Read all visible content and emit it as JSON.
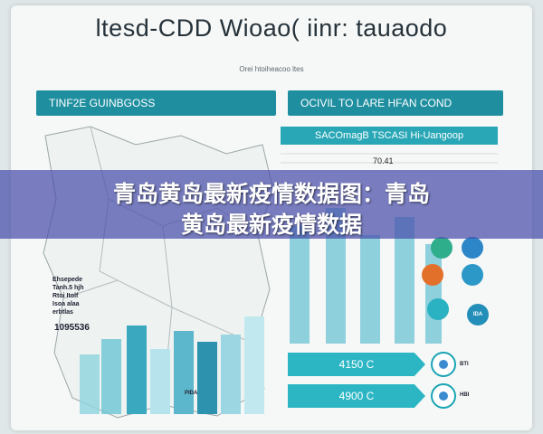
{
  "header": {
    "title": "ltesd-CDD Wioao( iinr: tauaodo",
    "subtitle": "Orei htoiheacoo ltes"
  },
  "left_panel": {
    "section_title": "TINF2E GUINBGOSS",
    "side_labels": [
      "Ehsepede",
      "Tanh.5 hjh",
      "Rtoi Itolf",
      "Isoa alaa",
      "erbtlas"
    ],
    "highlight_number": "1095536",
    "bar_tag": "PIDA"
  },
  "right_panel": {
    "section_title": "OCIVIL TO LARE HFAN COND",
    "subheader": "SACOmagB TSCASI Hi-Uangoop",
    "stat_value": "70.41",
    "bubbles": [
      {
        "label": "",
        "color": "#2fae8c"
      },
      {
        "label": "",
        "color": "#2c86c8"
      },
      {
        "label": "",
        "color": "#e2702a"
      },
      {
        "label": "",
        "color": "#2c98c8"
      },
      {
        "label": "",
        "color": "#2ab1c2"
      },
      {
        "label": "IDA",
        "color": "#238fb8"
      }
    ],
    "pills": [
      {
        "value": "4150 C",
        "tag": "BTI"
      },
      {
        "value": "4900 C",
        "tag": "HBI"
      }
    ]
  },
  "banner": {
    "line1": "青岛黄岛最新疫情数据图：青岛",
    "line2": "黄岛最新疫情数据"
  },
  "colors": {
    "teal": "#1f8fa0",
    "banner_overlay": "#484eaa"
  }
}
